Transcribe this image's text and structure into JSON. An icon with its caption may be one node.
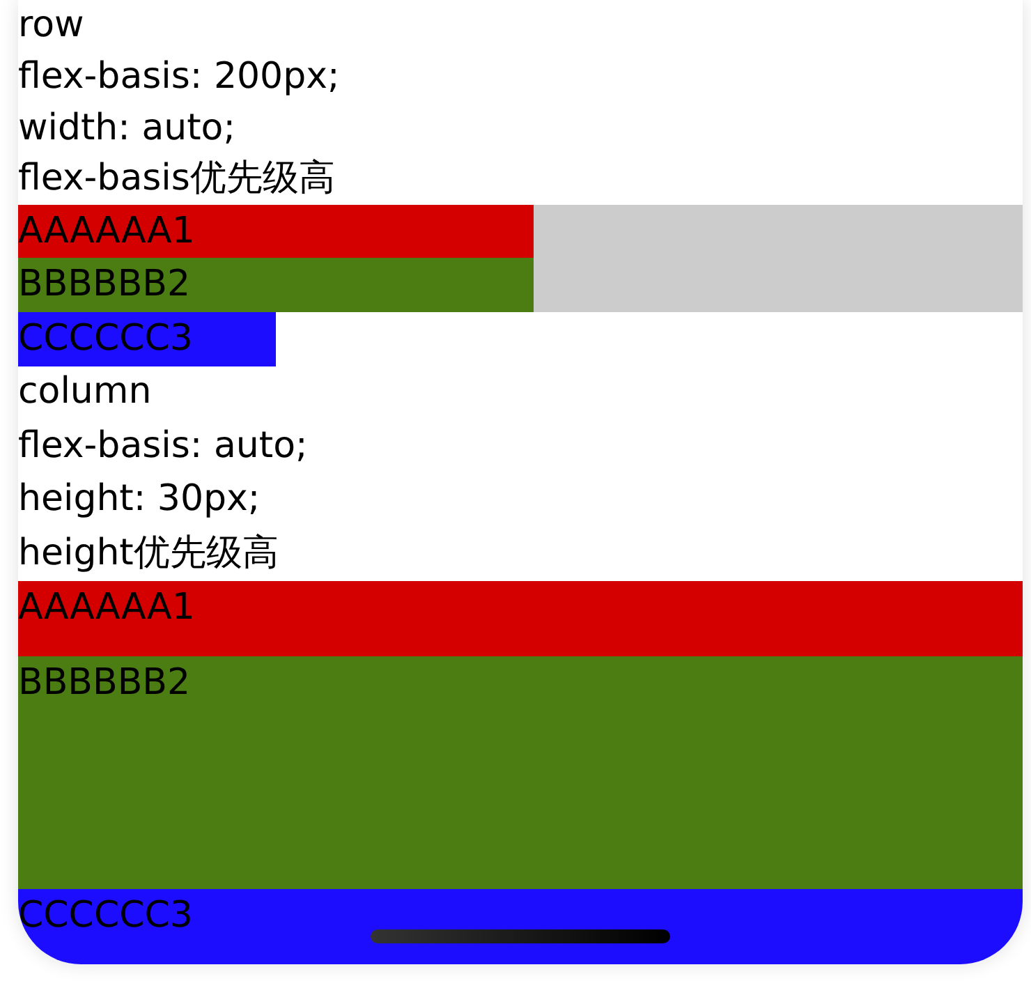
{
  "diagram": {
    "nodes": [
      {
        "text": [],
        "shape": "box"
      },
      {
        "text": [
          "AAAAAA1"
        ],
        "in": 0
      },
      {
        "text": [
          "BBBBBB2"
        ],
        "in": 0
      },
      {
        "text": [
          "CCCCCC3"
        ]
      },
      {
        "text": [
          "AAAAAA1"
        ]
      },
      {
        "text": [
          "BBBBBB2"
        ]
      },
      {
        "text": [
          "CCCCCC3"
        ]
      }
    ],
    "edges": [],
    "labels": [
      "row",
      "flex-basis: 200px;",
      "width: auto;",
      "flex-basis优先级高",
      "column",
      "flex-basis: auto;",
      "height: 30px;",
      "height优先级高"
    ]
  }
}
